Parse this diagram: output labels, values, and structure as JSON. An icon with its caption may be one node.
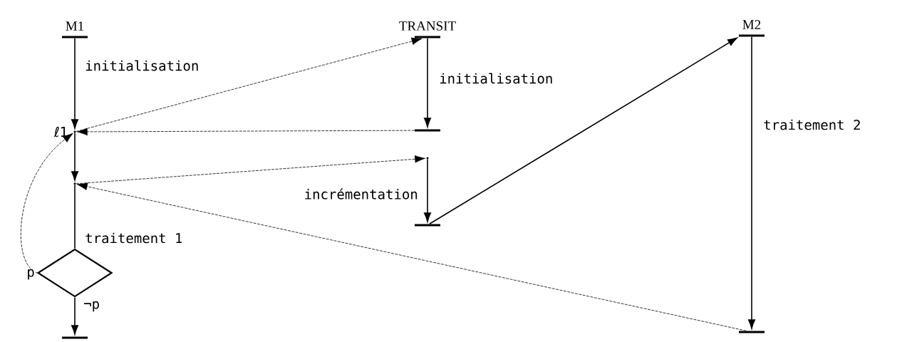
{
  "diagram": {
    "nodes": [
      {
        "text": [],
        "shape": "bar",
        "beside": [
          "M1"
        ]
      },
      {
        "text": [],
        "shape": "point",
        "beside": [
          "ℓ1"
        ]
      },
      {
        "text": [],
        "shape": "point"
      },
      {
        "text": [],
        "shape": "diamond"
      },
      {
        "text": [],
        "shape": "bar"
      },
      {
        "text": [],
        "shape": "bar",
        "beside": [
          "TRANSIT"
        ]
      },
      {
        "text": [],
        "shape": "bar"
      },
      {
        "text": [],
        "shape": "point"
      },
      {
        "text": [],
        "shape": "bar"
      },
      {
        "text": [],
        "shape": "bar",
        "beside": [
          "M2"
        ]
      },
      {
        "text": [],
        "shape": "bar"
      }
    ],
    "edges": [
      {
        "from": 0,
        "to": 1,
        "arrow": "to",
        "label": "initialisation"
      },
      {
        "from": 1,
        "to": 2,
        "arrow": "to"
      },
      {
        "from": 2,
        "to": 3,
        "arrow": "none",
        "label": "traitement 1"
      },
      {
        "from": 3,
        "to": 4,
        "arrow": "to",
        "label": "¬p"
      },
      {
        "from": 3,
        "to": 1,
        "arrow": "to",
        "label": "p",
        "style": "dashed"
      },
      {
        "from": 5,
        "to": 6,
        "arrow": "to",
        "label": "initialisation"
      },
      {
        "from": 7,
        "to": 8,
        "arrow": "to",
        "label": "incrémentation"
      },
      {
        "from": 9,
        "to": 10,
        "arrow": "to",
        "label": "traitement 2"
      },
      {
        "from": 1,
        "to": 5,
        "arrow": "to",
        "style": "dashed"
      },
      {
        "from": 6,
        "to": 1,
        "arrow": "to",
        "style": "dashed"
      },
      {
        "from": 2,
        "to": 7,
        "arrow": "to",
        "style": "dashed"
      },
      {
        "from": 8,
        "to": 9,
        "arrow": "to"
      },
      {
        "from": 10,
        "to": 2,
        "arrow": "to",
        "style": "dashed"
      }
    ]
  }
}
